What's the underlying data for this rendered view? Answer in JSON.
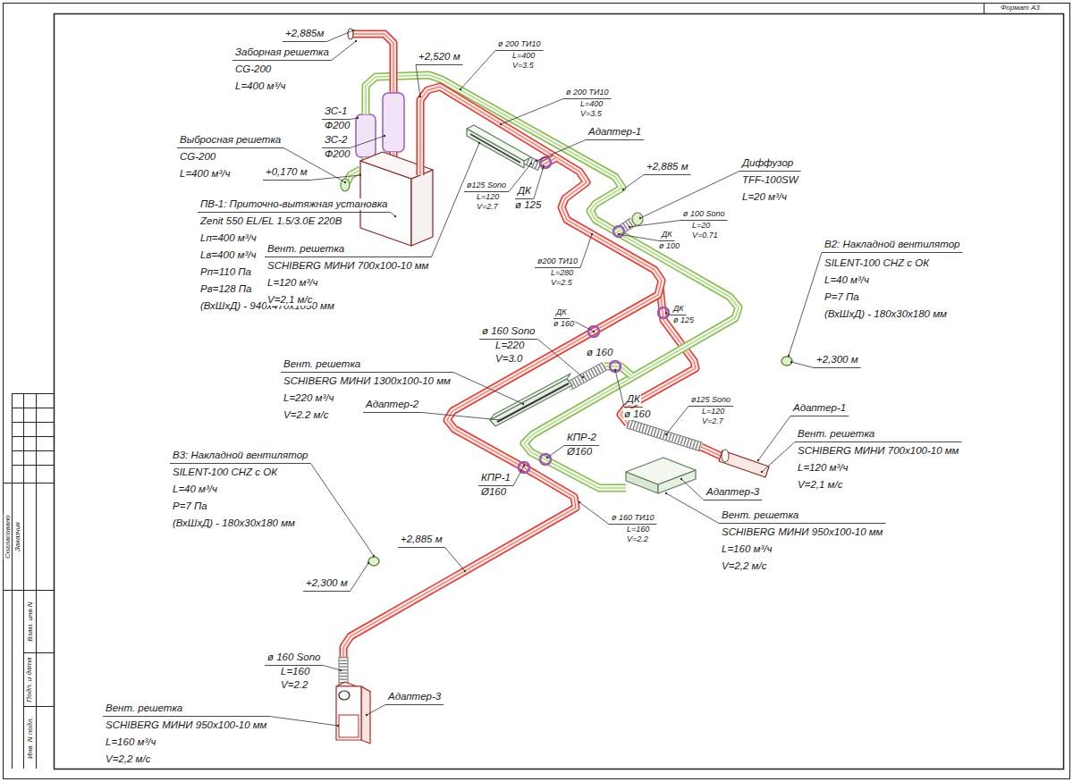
{
  "diagram": {
    "labels": [
      "Формат А3",
      "+2,885м",
      "Заборная решетка",
      "CG-200",
      "L=400 м³/ч",
      "+2,520 м",
      "ø 200 ТИ10",
      "L=400",
      "V=3.5",
      "ø 200 ТИ10",
      "L=400",
      "V=3.5",
      "Адаптер-1",
      "ЗС-1",
      "Ф200",
      "ЗС-2",
      "Ф200",
      "Выбросная решетка",
      "CG-200",
      "L=400 м³/ч",
      "+0,170 м",
      "ПВ-1: Приточно-вытяжная установка",
      "Zenit 550 EL/EL 1.5/3.0E 220В",
      "Lп=400 м³/ч",
      "Lв=400 м³/ч",
      "Pп=110 Па",
      "Pв=128 Па",
      "(ВхШхД) - 940х470х1050 мм",
      "ø125 Sono",
      "L=120",
      "V=2.7",
      "ДК",
      "ø 125",
      "+2,885 м",
      "Диффузор",
      "TFF-100SW",
      "L=20 м³/ч",
      "ø 100 Sono",
      "L=20",
      "V=0.71",
      "ДК",
      "ø 100",
      "Вент. решетка",
      "SCHIBERG МИНИ 700х100-10 мм",
      "L=120 м³/ч",
      "V=2,1 м/с",
      "ø200 ТИ10",
      "L=280",
      "V=2.5",
      "В2: Накладной вентилятор",
      "SILENT-100 CHZ с ОК",
      "L=40 м³/ч",
      "P=7 Па",
      "(ВхШхД) - 180х30х180 мм",
      "+2,300 м",
      "ДК",
      "ø 160",
      "ДК",
      "ø 125",
      "ø 160 Sono",
      "L=220",
      "V=3.0",
      "ø 160",
      "ДК",
      "ø 160",
      "Вент. решетка",
      "SCHIBERG МИНИ 1300х100-10 мм",
      "L=220 м³/ч",
      "V=2.2 м/с",
      "Адаптер-2",
      "ø125 Sono",
      "L=120",
      "V=2.7",
      "Адаптер-1",
      "Вент. решетка",
      "SCHIBERG МИНИ 700х100-10 мм",
      "L=120 м³/ч",
      "V=2,1 м/с",
      "КПР-2",
      "Ø160",
      "КПР-1",
      "Ø160",
      "Адаптер-3",
      "Вент. решетка",
      "SCHIBERG МИНИ 950х100-10 мм",
      "L=160 м³/ч",
      "V=2,2 м/с",
      "В3: Накладной вентилятор",
      "SILENT-100 CHZ с ОК",
      "L=40 м³/ч",
      "P=7 Па",
      "(ВхШхД) - 180х30х180 мм",
      "ø 160 ТИ10",
      "L=160",
      "V=2.2",
      "+2,885 м",
      "+2,300 м",
      "ø 160 Sono",
      "L=160",
      "V=2.2",
      "Адаптер-3",
      "Вент. решетка",
      "SCHIBERG МИНИ 950х100-10 мм",
      "L=160 м³/ч",
      "V=2,2 м/с",
      "Согласовано",
      "Заказчик",
      "Взам. инв.N",
      "Подп. и дата",
      "Инв. N подл."
    ]
  }
}
